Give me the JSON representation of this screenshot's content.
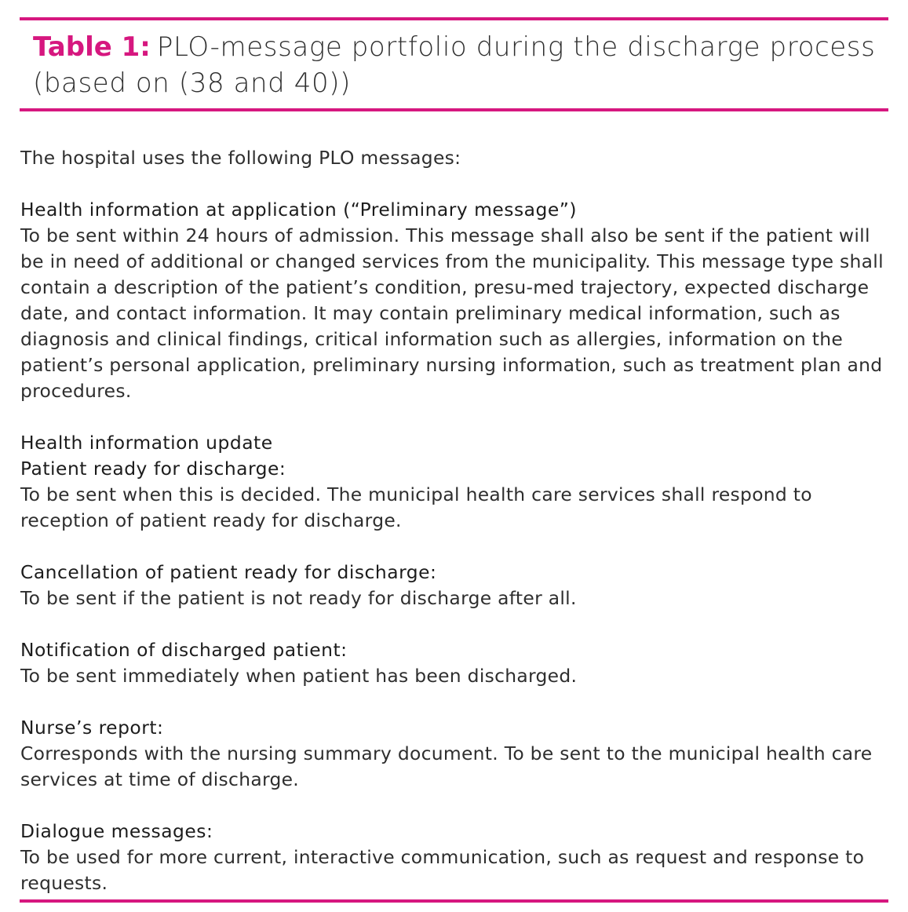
{
  "table": {
    "label": "Table 1:",
    "title": "PLO-message portfolio during the discharge process (based on (38 and 40))"
  },
  "intro": "The hospital uses the following PLO messages:",
  "sections": [
    {
      "heading": "Health information at application (“Preliminary message”)",
      "body": "To be sent within 24 hours of admission.  This message shall also be sent if the patient will be in need of additional or changed services from the municipality. This message type shall contain a description of the patient’s condition, presu-med trajectory, expected discharge date, and contact information.  It may contain preliminary medical information, such as diagnosis and clinical findings, critical information such as allergies, information on the patient’s personal application, preliminary nursing information, such as treatment plan and procedures."
    },
    {
      "heading": "Health information update",
      "subheading": "Patient ready for discharge:",
      "body": "To be sent when this is decided.  The municipal health care services shall respond to reception of patient ready for discharge."
    },
    {
      "heading": "Cancellation of patient ready for discharge:",
      "body": "To be sent if the patient is not ready for discharge after all."
    },
    {
      "heading": "Notification of discharged patient:",
      "body": "To be sent immediately when patient has been discharged."
    },
    {
      "heading": "Nurse’s report:",
      "body": "Corresponds with the nursing summary document.  To be sent to the municipal health care services at time of discharge."
    },
    {
      "heading": "Dialogue messages:",
      "body": "To be used for more current, interactive communication, such as request and response to requests."
    }
  ],
  "colors": {
    "accent": "#d6177f",
    "text": "#2e2e2e"
  }
}
